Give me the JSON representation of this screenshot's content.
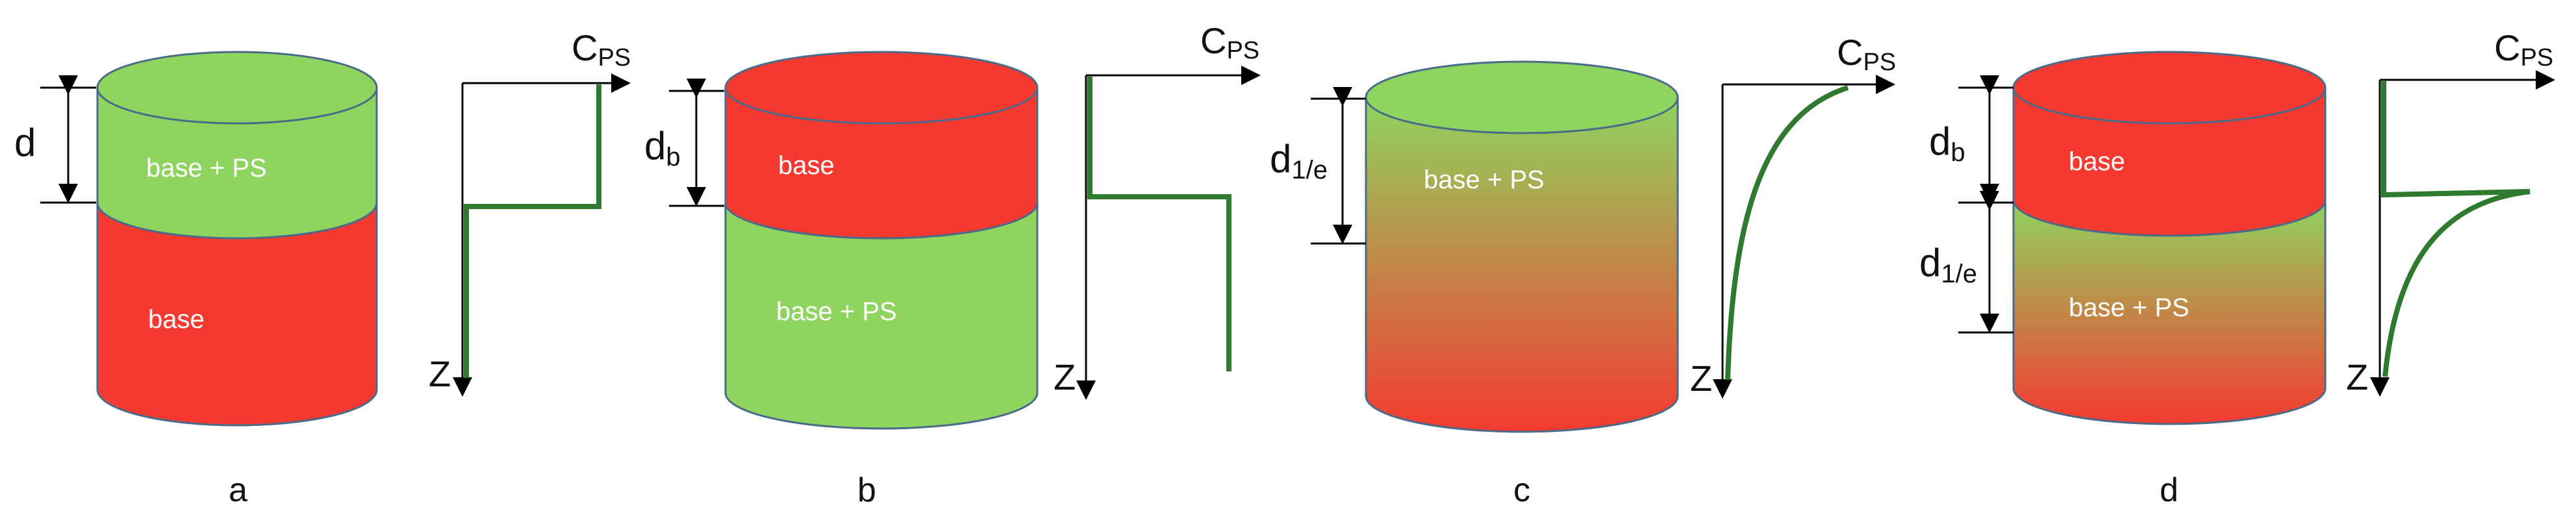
{
  "colors": {
    "base": "#f43a30",
    "base_ps": "#8fd45f",
    "outline": "#4a6a8a",
    "profile": "#2f7a2f",
    "axis": "#000000"
  },
  "axis": {
    "c_main": "C",
    "c_sub": "PS",
    "z": "Z"
  },
  "panels": [
    {
      "id": "a",
      "label": "a",
      "top_text": "base + PS",
      "bottom_text": "base",
      "dim": {
        "main": "d",
        "sub": ""
      },
      "profile": "step-high-top"
    },
    {
      "id": "b",
      "label": "b",
      "top_text": "base",
      "bottom_text": "base + PS",
      "dim": {
        "main": "d",
        "sub": "b"
      },
      "profile": "step-high-bottom"
    },
    {
      "id": "c",
      "label": "c",
      "top_text": "base + PS",
      "dim": {
        "main": "d",
        "sub": "1/e"
      },
      "profile": "exp-decay"
    },
    {
      "id": "d",
      "label": "d",
      "top_text": "base",
      "bottom_text": "base + PS",
      "dim_top": {
        "main": "d",
        "sub": "b"
      },
      "dim_bottom": {
        "main": "d",
        "sub": "1/e"
      },
      "profile": "buried-exp"
    }
  ]
}
